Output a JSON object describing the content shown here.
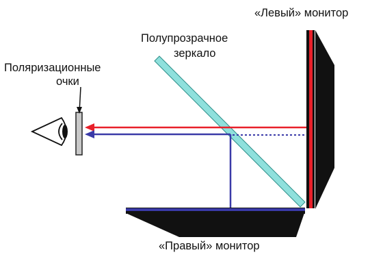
{
  "labels": {
    "left_monitor": "«Левый» монитор",
    "mirror_line1": "Полупрозрачное",
    "mirror_line2": "зеркало",
    "glasses_line1": "Поляризационные",
    "glasses_line2": "очки",
    "right_monitor": "«Правый» монитор"
  },
  "colors": {
    "red_beam": "#e8202a",
    "blue_beam": "#3a3aa8",
    "mirror": "#8fe0dc",
    "monitor_body": "#111111",
    "glasses": "#c9c9c9"
  },
  "icons": [
    "eye-icon",
    "polarized-glasses-icon",
    "semi-transparent-mirror-icon",
    "left-monitor-icon",
    "right-monitor-icon"
  ]
}
